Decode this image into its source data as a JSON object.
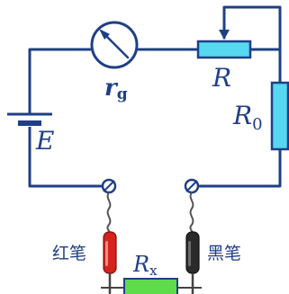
{
  "labels": {
    "galvanometer_symbol": "r",
    "galvanometer_subscript": "g",
    "variable_resistor": "R",
    "fixed_resistor_symbol": "R",
    "fixed_resistor_subscript": "0",
    "battery": "E",
    "unknown_resistor_symbol": "R",
    "unknown_resistor_subscript": "x",
    "red_probe": "红笔",
    "black_probe": "黑笔"
  },
  "colors": {
    "wire": "#1f3f86",
    "resistor_fill": "#55d8f0",
    "unknown_resistor_fill": "#5fdc4a",
    "red_probe": "#d4231d",
    "black_probe": "#2a2a2a"
  },
  "icons": {
    "galvanometer": "galvanometer-meter-icon",
    "terminal": "terminal-screw-icon",
    "battery": "battery-cell-icon"
  }
}
